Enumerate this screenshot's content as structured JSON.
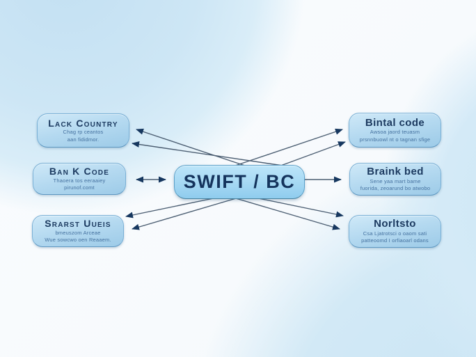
{
  "diagram": {
    "center": {
      "label": "SWIFT / BC"
    },
    "nodes": [
      {
        "id": "top-left",
        "title": "Lack Country",
        "lines": [
          "Chag rp ceantos",
          "aan fididmor."
        ]
      },
      {
        "id": "mid-left",
        "title": "Ban K Code",
        "lines": [
          "Thaoera tos eeraaiey",
          "pirunof.comt"
        ]
      },
      {
        "id": "bottom-left",
        "title": "Srarst Uueis",
        "lines": [
          "bmeuszom Arceae",
          "Wue sowcwo oen Reaaem."
        ]
      },
      {
        "id": "top-right",
        "title": "Bintal code",
        "lines": [
          "Awsoa jaord teuasm",
          "prsnnbuowl nt o tagnan sfige"
        ]
      },
      {
        "id": "mid-right",
        "title": "Braink bed",
        "lines": [
          "Sene yaa mart bame",
          "fuorida, zeoarund bo atwobo"
        ]
      },
      {
        "id": "bottom-right",
        "title": "Norltsto",
        "lines": [
          "Csa Ljatrotsci o oaom sati",
          "patteoomd I orfiaoarl odans"
        ]
      }
    ],
    "connections": [
      {
        "from": "center",
        "to": "top-left",
        "arrows": 2,
        "direction": "to-node"
      },
      {
        "from": "center",
        "to": "mid-left",
        "arrows": 1,
        "direction": "both"
      },
      {
        "from": "center",
        "to": "bottom-left",
        "arrows": 2,
        "direction": "to-node"
      },
      {
        "from": "center",
        "to": "top-right",
        "arrows": 2,
        "direction": "to-node"
      },
      {
        "from": "center",
        "to": "mid-right",
        "arrows": 1,
        "direction": "to-node"
      },
      {
        "from": "center",
        "to": "bottom-right",
        "arrows": 2,
        "direction": "to-node"
      }
    ],
    "colors": {
      "box_fill_top": "#cfe9f8",
      "box_fill_bottom": "#9dcbe8",
      "box_border": "#79b0d6",
      "title_text": "#1c3a60",
      "subtitle_text": "#44719f",
      "center_text": "#14335c",
      "arrow_line": "#4d5f73",
      "arrow_head": "#16375f",
      "background_blue": "#cde6f5",
      "background_white": "#fafcfe"
    }
  }
}
